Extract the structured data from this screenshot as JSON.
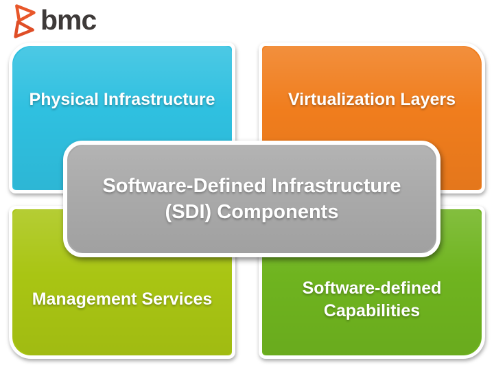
{
  "logo": {
    "brand": "bmc",
    "text_color": "#3E3A39",
    "mark_colors": [
      "#E8572A",
      "#DF4E27"
    ]
  },
  "diagram": {
    "center": {
      "title_line1": "Software-Defined Infrastructure",
      "title_line2": "(SDI) Components",
      "color": "#A9A9A9"
    },
    "quadrants": [
      {
        "id": "physical-infrastructure",
        "label": "Physical Infrastructure",
        "color": "#2FC0E0"
      },
      {
        "id": "virtualization-layers",
        "label": "Virtualization Layers",
        "color": "#F07D1D"
      },
      {
        "id": "management-services",
        "label": "Management Services",
        "color": "#A9C513"
      },
      {
        "id": "software-defined-capabilities",
        "label": "Software-defined Capabilities",
        "color": "#6FB41F"
      }
    ]
  }
}
